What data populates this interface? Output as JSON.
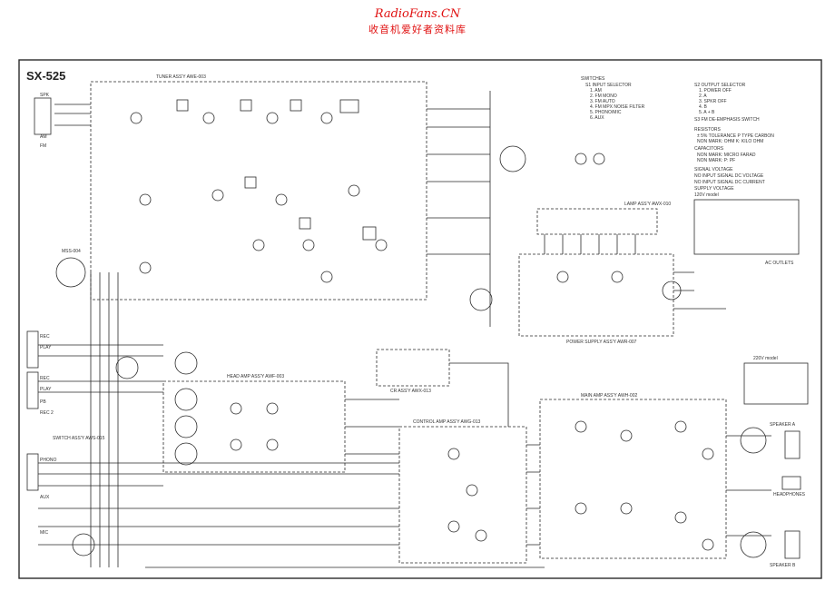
{
  "watermark": {
    "url": "RadioFans.CN",
    "subtitle": "收音机爱好者资料库"
  },
  "model": "SX-525",
  "assemblies": {
    "tuner": "TUNER ASS'Y AWE-003",
    "lamp": "LAMP ASS'Y AWX-010",
    "power_supply": "POWER SUPPLY ASS'Y AWR-007",
    "head_amp": "HEAD AMP ASS'Y AWF-003",
    "cr": "CR ASS'Y AWX-013",
    "control_amp": "CONTROL AMP ASS'Y AWG-013",
    "main_amp": "MAIN AMP ASS'Y AWH-002",
    "switch": "SWITCH ASS'Y AWS-015",
    "mss": "MSS-004"
  },
  "connectors": {
    "left": [
      "SPK",
      "AM",
      "FM",
      "REC",
      "PLAY",
      "REC",
      "PLAY",
      "PB",
      "REC 2",
      "PHONO",
      "AUX",
      "MIC"
    ],
    "right": [
      "AC OUTLETS",
      "SPEAKER A",
      "SPEAKER B",
      "HEADPHONES"
    ]
  },
  "notes": {
    "switches_title": "SWITCHES",
    "switches": [
      "S1 INPUT SELECTOR",
      "1. AM",
      "2. FM MONO",
      "3. FM AUTO",
      "4. FM MPX NOISE FILTER",
      "5. PHONO/MIC",
      "6. AUX",
      "S2 OUTPUT SELECTOR",
      "1. POWER OFF",
      "2. A",
      "3. SPKR OFF",
      "4. B",
      "5. A + B",
      "S3 FM DE-EMPHASIS SWITCH"
    ],
    "resistors_title": "RESISTORS",
    "resistors": [
      "± 5% TOLERANCE P TYPE CARBON",
      "NON MARK: OHM  K: KILO OHM"
    ],
    "capacitors_title": "CAPACITORS",
    "capacitors": [
      "NON MARK: MICRO FARAD",
      "NON MARK: P: PF"
    ],
    "legend": [
      "SIGNAL VOLTAGE",
      "NO INPUT SIGNAL DC VOLTAGE",
      "NO INPUT SIGNAL DC CURRENT",
      "SUPPLY VOLTAGE",
      "120V model"
    ],
    "voltage_model_a": "120V model",
    "voltage_model_b": "220V model"
  },
  "colors": {
    "ink": "#2a2a2a",
    "paper": "#ffffff",
    "watermark": "#e01010"
  }
}
